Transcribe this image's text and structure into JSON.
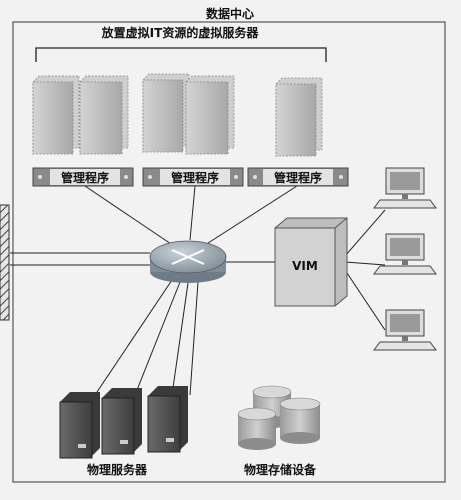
{
  "diagram": {
    "title": "数据中心",
    "subtitle": "放置虚拟IT资源的虚拟服务器",
    "hypervisor_label": "管理程序",
    "vim_label": "VIM",
    "physical_servers_label": "物理服务器",
    "physical_storage_label": "物理存储设备"
  },
  "colors": {
    "background": "#f2f2f2",
    "virtual_server": "#bdbdbd",
    "hypervisor_bar": "#8a8a8a",
    "router": "#9aa7b0",
    "vim_box": "#cfcfcf",
    "physical_server": "#555555",
    "storage": "#b5b5b5"
  },
  "icons": [
    "virtual-server-icon",
    "router-icon",
    "workstation-icon",
    "physical-server-icon",
    "storage-cylinder-icon",
    "firewall-icon"
  ]
}
